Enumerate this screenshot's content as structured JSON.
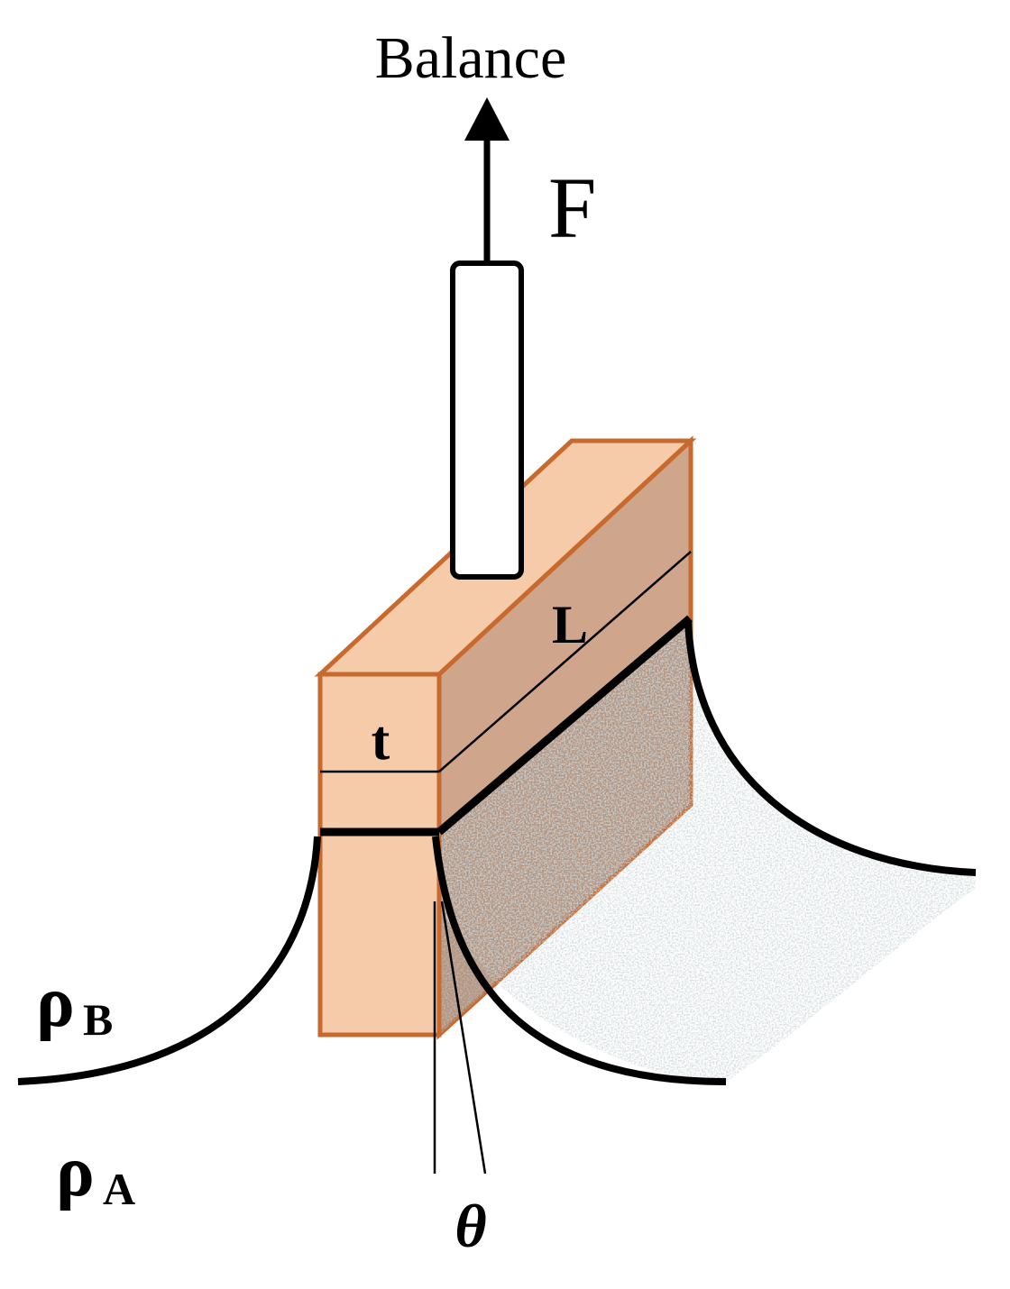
{
  "labels": {
    "balance": "Balance",
    "force": "F",
    "thickness": "t",
    "length": "L",
    "angle": "θ",
    "rho": "ρ",
    "rho_upper_subscript": "B",
    "rho_lower_subscript": "A"
  },
  "colors": {
    "plate_front": "#F6CBAA",
    "plate_top": "#F6CBAA",
    "plate_side": "#CFA58B",
    "plate_edge": "#C8692E",
    "meniscus_fill": "#AEB7BA",
    "line": "#000000",
    "rod_fill": "#FFFFFF"
  }
}
